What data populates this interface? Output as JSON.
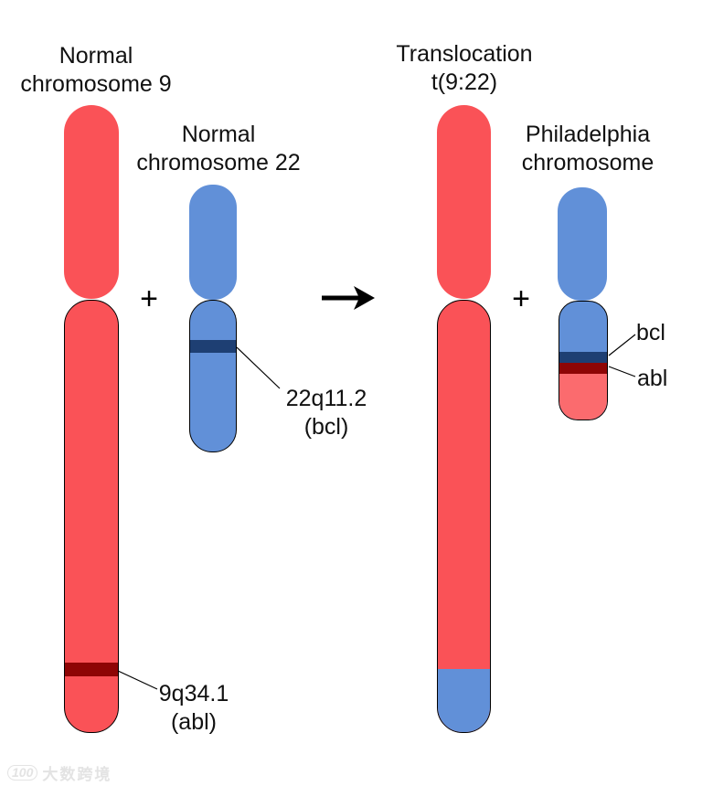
{
  "colors": {
    "red": "#FA5257",
    "ph_red": "#FB6B6E",
    "dark_red": "#8E0505",
    "blue": "#6190D8",
    "dark_blue": "#1E3F73",
    "outline": "#000000",
    "text": "#111111",
    "watermark": "#E3E3E3"
  },
  "left_panel": {
    "chr9_title": "Normal\nchromosome 9",
    "chr22_title": "Normal\nchromosome 22",
    "plus": "+",
    "chr22_band_label": "22q11.2\n(bcl)",
    "chr9_band_label": "9q34.1\n(abl)"
  },
  "right_panel": {
    "translocation_title": "Translocation\nt(9:22)",
    "philadelphia_title": "Philadelphia\nchromosome",
    "plus": "+",
    "bcl_label": "bcl",
    "abl_label": "abl"
  },
  "watermark": {
    "logo": "100",
    "text": "大数跨境"
  }
}
